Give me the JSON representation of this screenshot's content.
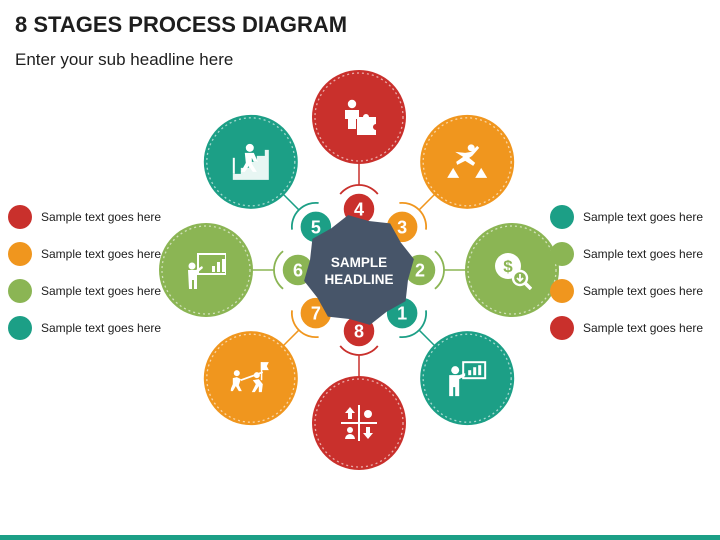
{
  "title": "8 STAGES PROCESS DIAGRAM",
  "subtitle": "Enter your sub headline here",
  "center": {
    "line1": "SAMPLE",
    "line2": "HEADLINE",
    "color": "#475569"
  },
  "colors": {
    "red": "#c9302c",
    "orange": "#f0961e",
    "green": "#8bb554",
    "teal": "#1c9f86"
  },
  "stages": [
    {
      "number": "1",
      "color": "#1c9f86",
      "icon": "presentation-board-icon"
    },
    {
      "number": "2",
      "color": "#8bb554",
      "icon": "money-search-icon"
    },
    {
      "number": "3",
      "color": "#f0961e",
      "icon": "jumping-person-icon"
    },
    {
      "number": "4",
      "color": "#c9302c",
      "icon": "person-puzzle-icon"
    },
    {
      "number": "5",
      "color": "#1c9f86",
      "icon": "climbing-stairs-icon"
    },
    {
      "number": "6",
      "color": "#8bb554",
      "icon": "presenter-chart-icon"
    },
    {
      "number": "7",
      "color": "#f0961e",
      "icon": "tug-of-war-icon"
    },
    {
      "number": "8",
      "color": "#c9302c",
      "icon": "decision-quadrant-icon"
    }
  ],
  "legend_left": [
    {
      "label": "Sample text goes here",
      "color": "#c9302c"
    },
    {
      "label": "Sample text goes here",
      "color": "#f0961e"
    },
    {
      "label": "Sample text goes here",
      "color": "#8bb554"
    },
    {
      "label": "Sample text goes here",
      "color": "#1c9f86"
    }
  ],
  "legend_right": [
    {
      "label": "Sample text goes here",
      "color": "#1c9f86"
    },
    {
      "label": "Sample text goes here",
      "color": "#8bb554"
    },
    {
      "label": "Sample text goes here",
      "color": "#f0961e"
    },
    {
      "label": "Sample text goes here",
      "color": "#c9302c"
    }
  ],
  "bottom_bar_color": "#1c9f86"
}
